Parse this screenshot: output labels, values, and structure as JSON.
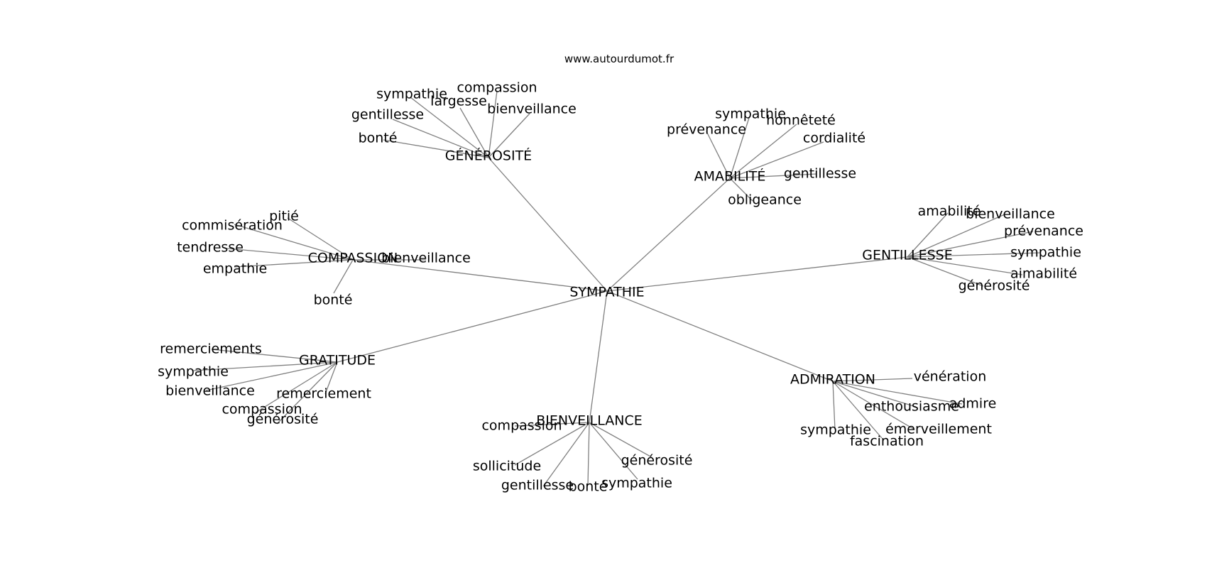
{
  "site_url": "www.autourdumot.fr",
  "center": "SYMPATHIE",
  "clusters": [
    {
      "id": "generosite",
      "label": "GÉNÉROSITÉ",
      "words": [
        "bonté",
        "gentillesse",
        "sympathie",
        "largesse",
        "compassion",
        "bienveillance"
      ]
    },
    {
      "id": "amabilite",
      "label": "AMABILITÉ",
      "words": [
        "prévenance",
        "sympathie",
        "honnêteté",
        "cordialité",
        "gentillesse",
        "obligeance"
      ]
    },
    {
      "id": "compassion",
      "label": "COMPASSION",
      "words": [
        "pitié",
        "commisération",
        "tendresse",
        "empathie",
        "bonté",
        "bienveillance"
      ]
    },
    {
      "id": "gentillesse",
      "label": "GENTILLESSE",
      "words": [
        "amabilité",
        "bienveillance",
        "prévenance",
        "sympathie",
        "aimabilité",
        "générosité"
      ]
    },
    {
      "id": "gratitude",
      "label": "GRATITUDE",
      "words": [
        "remerciements",
        "sympathie",
        "bienveillance",
        "compassion",
        "générosité",
        "remerciement"
      ]
    },
    {
      "id": "bienveillance",
      "label": "BIENVEILLANCE",
      "words": [
        "compassion",
        "sollicitude",
        "gentillesse",
        "bonté",
        "sympathie",
        "générosité"
      ]
    },
    {
      "id": "admiration",
      "label": "ADMIRATION",
      "words": [
        "vénération",
        "enthousiasme",
        "admire",
        "émerveillement",
        "fascination",
        "sympathie"
      ]
    }
  ]
}
